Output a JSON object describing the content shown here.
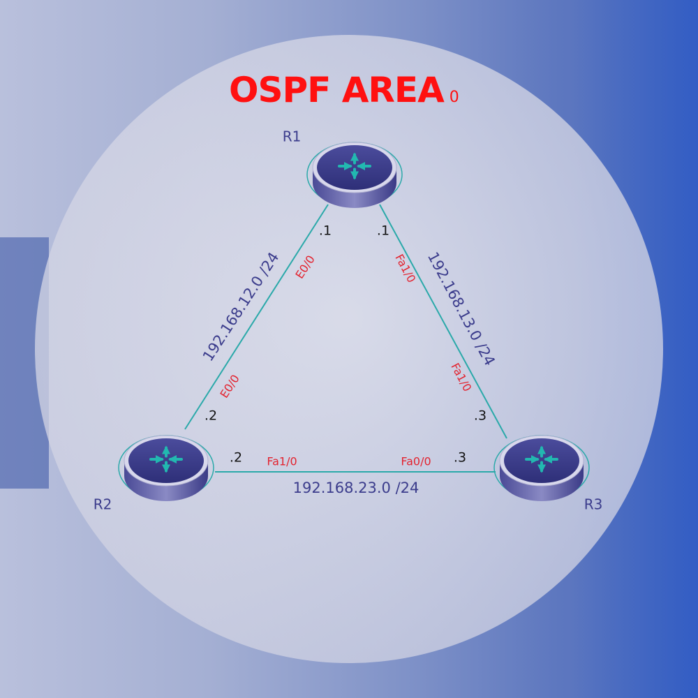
{
  "title": {
    "text": "OSPF AREA",
    "area_id": "0",
    "color": "#ff1010"
  },
  "routers": [
    {
      "id": "r1",
      "label": "R1"
    },
    {
      "id": "r2",
      "label": "R2"
    },
    {
      "id": "r3",
      "label": "R3"
    }
  ],
  "links": [
    {
      "id": "r1-r2",
      "network": "192.168.12.0 /24",
      "end_a": {
        "router": "R1",
        "interface": "E0/0",
        "host": ".1"
      },
      "end_b": {
        "router": "R2",
        "interface": "E0/0",
        "host": ".2"
      }
    },
    {
      "id": "r1-r3",
      "network": "192.168.13.0 /24",
      "end_a": {
        "router": "R1",
        "interface": "Fa1/0",
        "host": ".1"
      },
      "end_b": {
        "router": "R3",
        "interface": "Fa1/0",
        "host": ".3"
      }
    },
    {
      "id": "r2-r3",
      "network": "192.168.23.0 /24",
      "end_a": {
        "router": "R2",
        "interface": "Fa1/0",
        "host": ".2"
      },
      "end_b": {
        "router": "R3",
        "interface": "Fa0/0",
        "host": ".3"
      }
    }
  ],
  "colors": {
    "link": "#2aa9a9",
    "network_text": "#3b3c8c",
    "interface_text": "#e3222e",
    "host_text": "#111111",
    "router_body": "#3f3f8f",
    "router_arrows": "#22b8b0",
    "circle_fill": "#dcdce8"
  },
  "icons": {
    "router": "router-icon"
  }
}
